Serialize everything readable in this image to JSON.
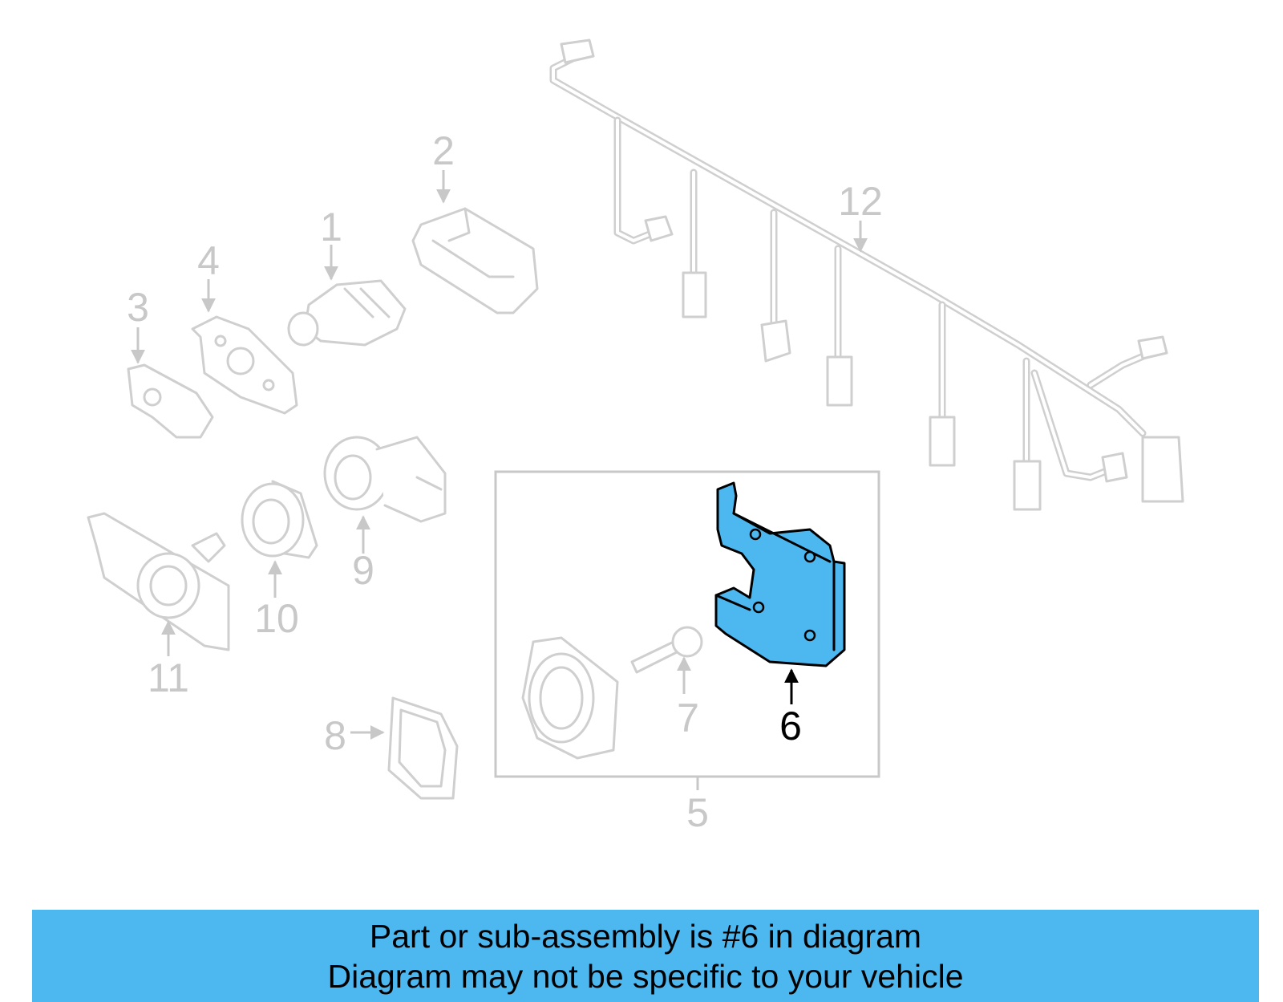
{
  "colors": {
    "highlight": "#4db8f0",
    "ghost_stroke": "#cfcfcf",
    "callout_muted": "#c8c8c8",
    "callout_active": "#000000",
    "banner_bg": "#4db8f0"
  },
  "callouts": {
    "c1": "1",
    "c2": "2",
    "c3": "3",
    "c4": "4",
    "c5": "5",
    "c6": "6",
    "c7": "7",
    "c8": "8",
    "c9": "9",
    "c10": "10",
    "c11": "11",
    "c12": "12"
  },
  "highlighted_part": "6",
  "banner": {
    "line1": "Part or sub-assembly is #6 in diagram",
    "line2": "Diagram may not be specific to your vehicle"
  }
}
